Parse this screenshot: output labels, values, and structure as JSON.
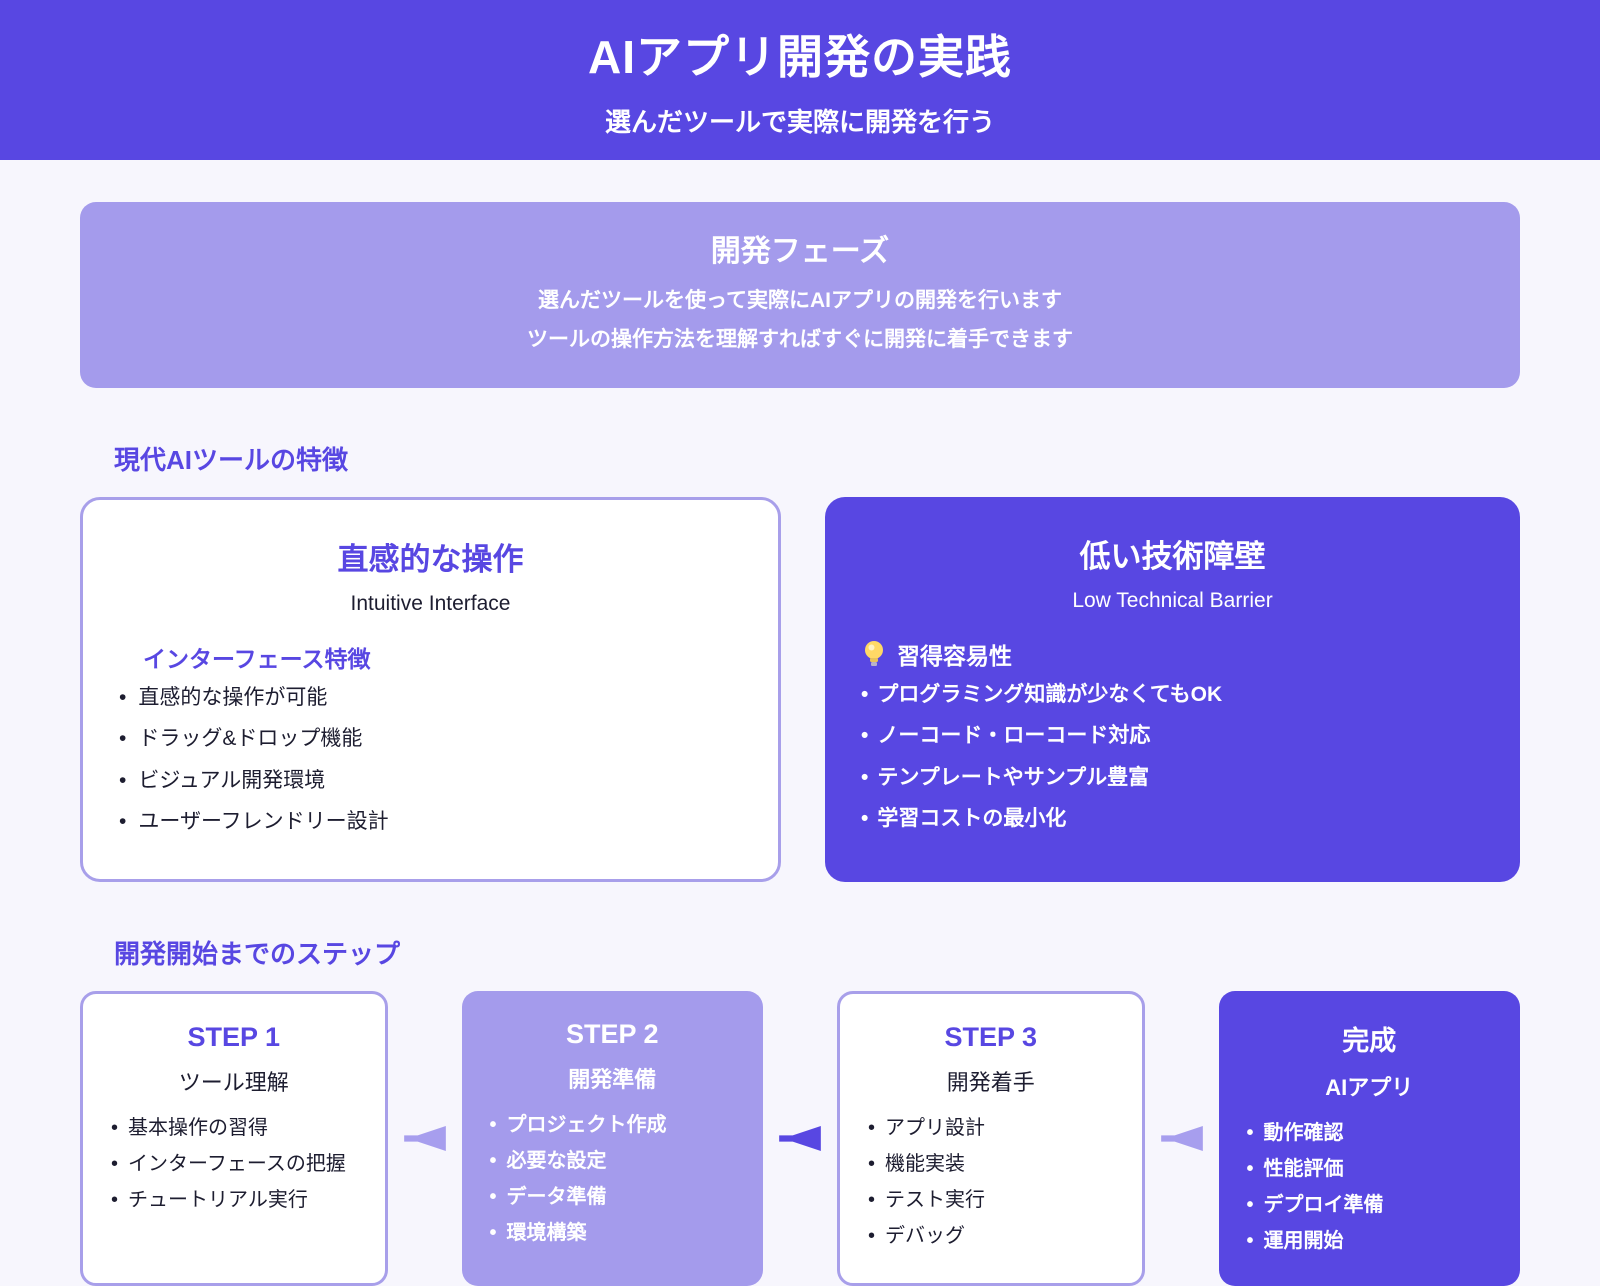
{
  "header": {
    "title": "AIアプリ開発の実践",
    "subtitle": "選んだツールで実際に開発を行う"
  },
  "phase_banner": {
    "title": "開発フェーズ",
    "lines": [
      "選んだツールを使って実際にAIアプリの開発を行います",
      "ツールの操作方法を理解すればすぐに開発に着手できます"
    ]
  },
  "features_section": {
    "heading": "現代AIツールの特徴",
    "cards": [
      {
        "title": "直感的な操作",
        "subtitle": "Intuitive Interface",
        "subheading": "インターフェース特徴",
        "bullets": [
          "直感的な操作が可能",
          "ドラッグ&ドロップ機能",
          "ビジュアル開発環境",
          "ユーザーフレンドリー設計"
        ]
      },
      {
        "title": "低い技術障壁",
        "subtitle": "Low Technical Barrier",
        "icon": "lightbulb-icon",
        "subheading": "習得容易性",
        "bullets": [
          "プログラミング知識が少なくてもOK",
          "ノーコード・ローコード対応",
          "テンプレートやサンプル豊富",
          "学習コストの最小化"
        ]
      }
    ]
  },
  "steps_section": {
    "heading": "開発開始までのステップ",
    "steps": [
      {
        "label": "STEP 1",
        "title": "ツール理解",
        "bullets": [
          "基本操作の習得",
          "インターフェースの把握",
          "チュートリアル実行"
        ]
      },
      {
        "label": "STEP 2",
        "title": "開発準備",
        "bullets": [
          "プロジェクト作成",
          "必要な設定",
          "データ準備",
          "環境構築"
        ]
      },
      {
        "label": "STEP 3",
        "title": "開発着手",
        "bullets": [
          "アプリ設計",
          "機能実装",
          "テスト実行",
          "デバッグ"
        ]
      },
      {
        "label": "完成",
        "title": "AIアプリ",
        "bullets": [
          "動作確認",
          "性能評価",
          "デプロイ準備",
          "運用開始"
        ]
      }
    ]
  },
  "colors": {
    "primary_indigo": "#5847E2",
    "light_purple": "#A49BEC",
    "card_border": "#A89FEA",
    "page_background": "#F7F6FD",
    "text_dark": "#1D1D30",
    "bulb_yellow": "#FFD966",
    "white": "#FFFFFF"
  }
}
